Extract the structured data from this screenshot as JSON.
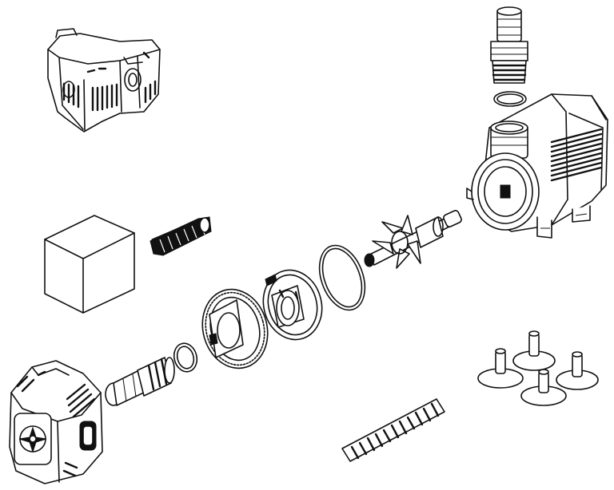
{
  "diagram": {
    "kind": "exploded-parts-drawing",
    "line_color": "#111111",
    "background": "#ffffff",
    "parts": [
      "mounting-bracket",
      "outlet-hose-adapter",
      "o-ring-small",
      "pump-motor-housing",
      "filter-sponge",
      "threaded-connector",
      "impeller",
      "large-o-ring",
      "impeller-cover",
      "bayonet-locking-ring",
      "medium-o-ring",
      "inlet-hose-adapter",
      "intake-cage",
      "suction-cup-feet",
      "flexible-hose"
    ]
  }
}
